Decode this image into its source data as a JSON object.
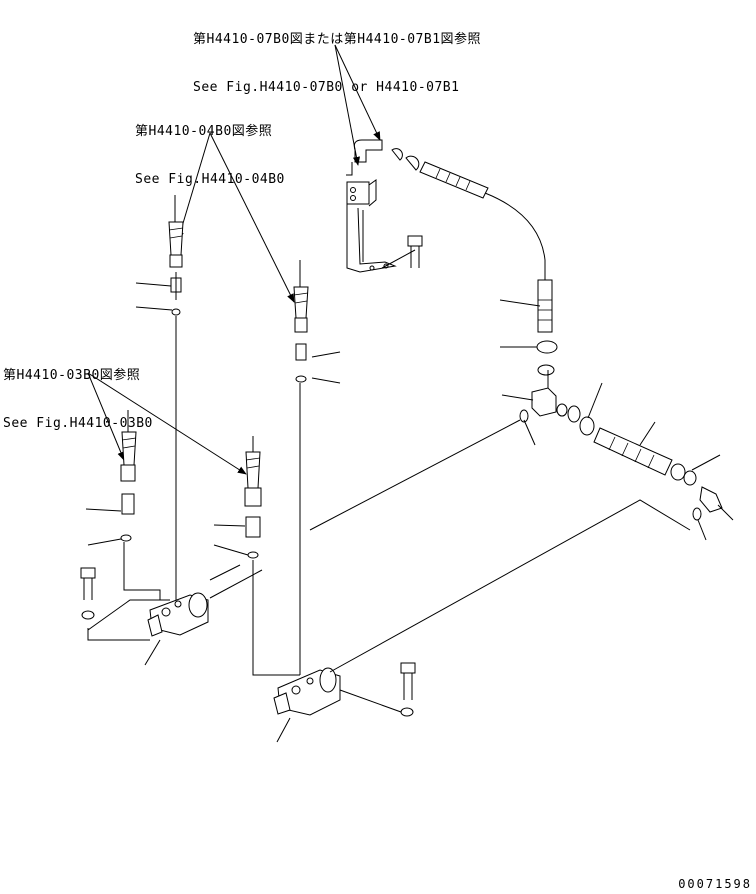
{
  "references": [
    {
      "id": "top",
      "jp": "第H4410-07B0図または第H4410-07B1図参照",
      "en": "See Fig.H4410-07B0 or H4410-07B1"
    },
    {
      "id": "mid",
      "jp": "第H4410-04B0図参照",
      "en": "See Fig.H4410-04B0"
    },
    {
      "id": "left",
      "jp": "第H4410-03B0図参照",
      "en": "See Fig.H4410-03B0"
    }
  ],
  "document_id": "00071598"
}
